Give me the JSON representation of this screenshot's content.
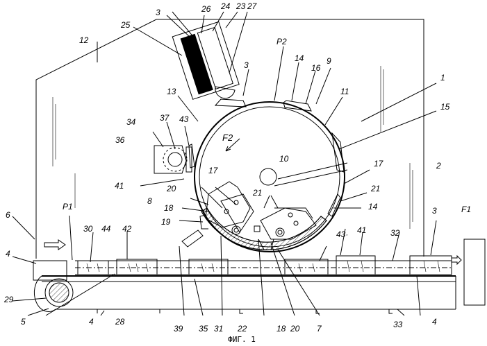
{
  "caption": "ФИГ. 1",
  "labels": {
    "l1": "1",
    "l2": "2",
    "l3a": "3",
    "l3b": "3",
    "l3c": "3",
    "l4a": "4",
    "l4b": "4",
    "l4c": "4",
    "l5": "5",
    "l6": "6",
    "l7": "7",
    "l8": "8",
    "l9": "9",
    "l10": "10",
    "l11": "11",
    "l12": "12",
    "l13": "13",
    "l14a": "14",
    "l14b": "14",
    "l15": "15",
    "l16": "16",
    "l17a": "17",
    "l17b": "17",
    "l18a": "18",
    "l18b": "18",
    "l19": "19",
    "l20a": "20",
    "l20b": "20",
    "l21a": "21",
    "l21b": "21",
    "l22": "22",
    "l23": "23",
    "l24": "24",
    "l25": "25",
    "l26": "26",
    "l27": "27",
    "l28": "28",
    "l29": "29",
    "l30": "30",
    "l31": "31",
    "l32": "32",
    "l33": "33",
    "l34": "34",
    "l35": "35",
    "l36": "36",
    "l37": "37",
    "l39": "39",
    "l41a": "41",
    "l41b": "41",
    "l42": "42",
    "l43a": "43",
    "l43b": "43·",
    "l44": "44",
    "p1": "P1",
    "p2": "P2",
    "f1": "F1",
    "f2": "F2"
  }
}
